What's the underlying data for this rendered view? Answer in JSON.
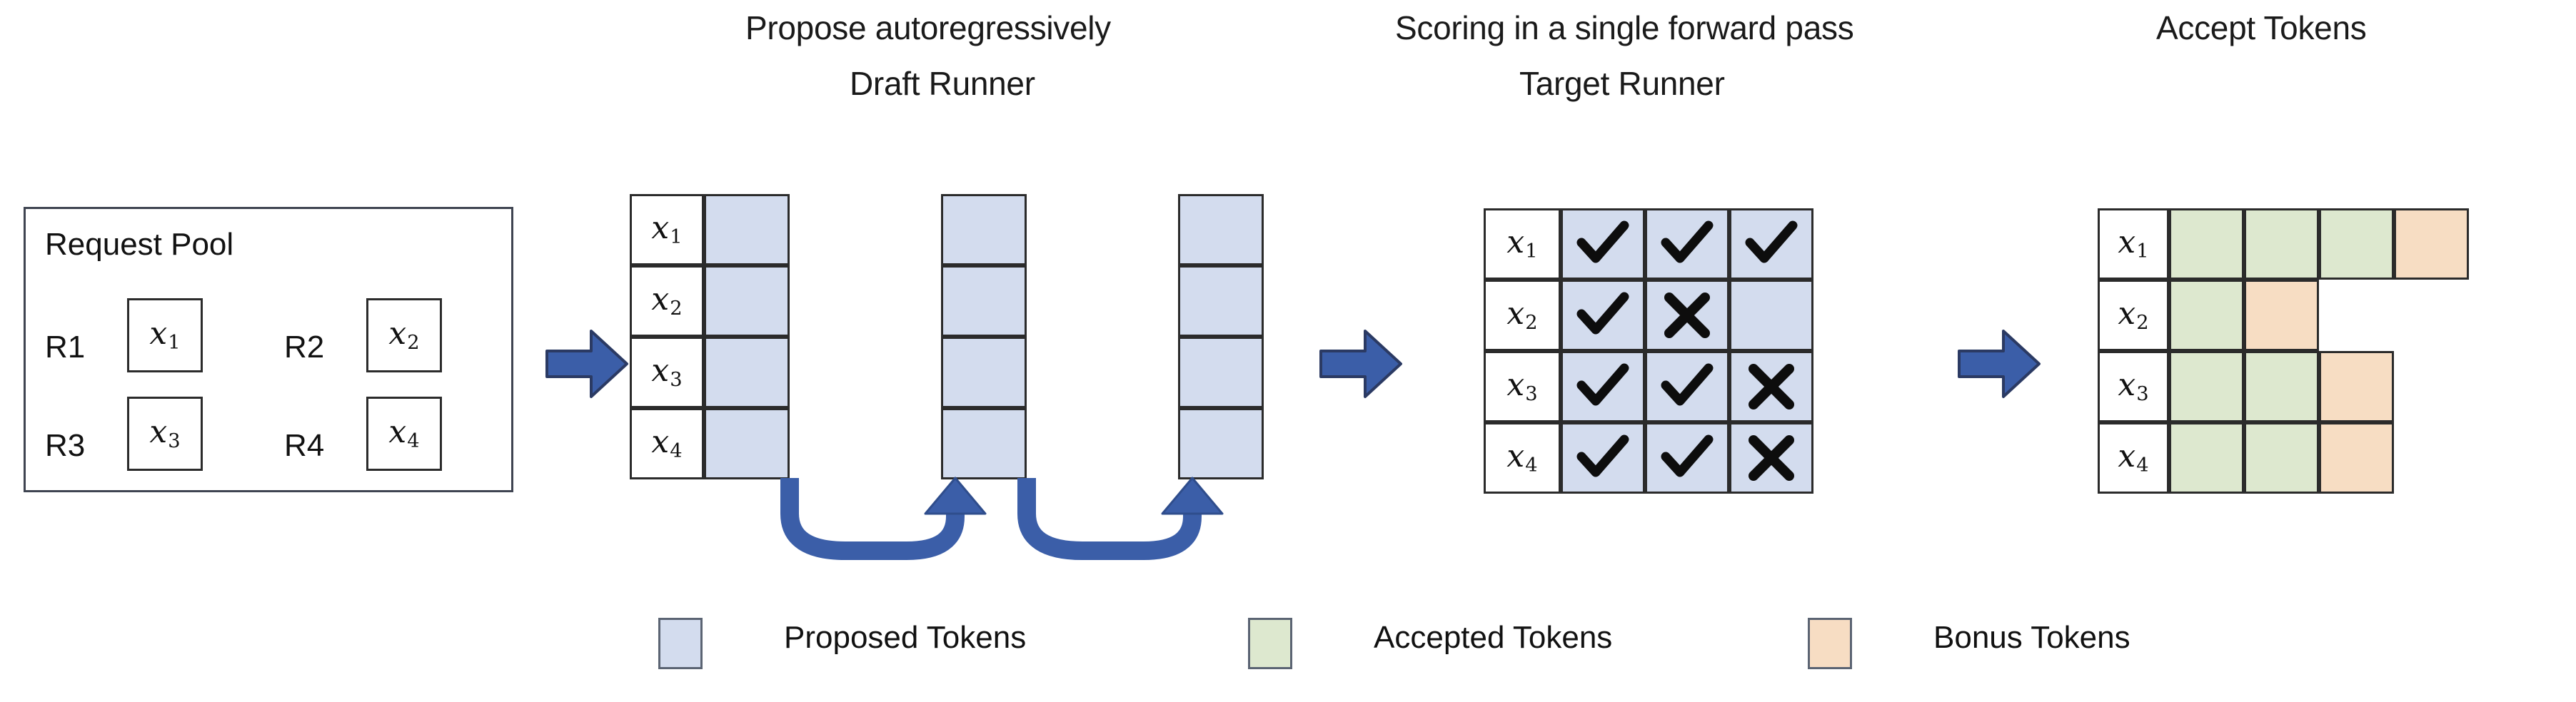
{
  "headings": {
    "propose": "Propose autoregressively",
    "draft_runner": "Draft Runner",
    "scoring": "Scoring in a single forward pass",
    "target_runner": "Target Runner",
    "accept": "Accept Tokens"
  },
  "request_pool": {
    "title": "Request Pool",
    "requests": [
      {
        "id": "R1",
        "token": "x",
        "sub": "1"
      },
      {
        "id": "R2",
        "token": "x",
        "sub": "2"
      },
      {
        "id": "R3",
        "token": "x",
        "sub": "3"
      },
      {
        "id": "R4",
        "token": "x",
        "sub": "4"
      }
    ]
  },
  "draft_runner": {
    "row_labels": [
      {
        "token": "x",
        "sub": "1"
      },
      {
        "token": "x",
        "sub": "2"
      },
      {
        "token": "x",
        "sub": "3"
      },
      {
        "token": "x",
        "sub": "4"
      }
    ],
    "steps": 3,
    "cell_state": "proposed"
  },
  "target_runner": {
    "row_labels": [
      {
        "token": "x",
        "sub": "1"
      },
      {
        "token": "x",
        "sub": "2"
      },
      {
        "token": "x",
        "sub": "3"
      },
      {
        "token": "x",
        "sub": "4"
      }
    ],
    "marks": [
      [
        "check",
        "check",
        "check"
      ],
      [
        "check",
        "cross",
        "empty"
      ],
      [
        "check",
        "check",
        "cross"
      ],
      [
        "check",
        "check",
        "cross"
      ]
    ]
  },
  "accept_tokens": {
    "row_labels": [
      {
        "token": "x",
        "sub": "1"
      },
      {
        "token": "x",
        "sub": "2"
      },
      {
        "token": "x",
        "sub": "3"
      },
      {
        "token": "x",
        "sub": "4"
      }
    ],
    "rows": [
      [
        "accepted",
        "accepted",
        "accepted",
        "bonus"
      ],
      [
        "accepted",
        "bonus"
      ],
      [
        "accepted",
        "accepted",
        "bonus"
      ],
      [
        "accepted",
        "accepted",
        "bonus"
      ]
    ]
  },
  "legend": [
    {
      "label": "Proposed Tokens",
      "color": "#d3dcee"
    },
    {
      "label": "Accepted Tokens",
      "color": "#dde8cf"
    },
    {
      "label": "Bonus Tokens",
      "color": "#f7ddc3"
    }
  ],
  "colors": {
    "proposed": "#d3dcee",
    "accepted": "#dde8cf",
    "bonus": "#f7ddc3",
    "arrow_blue": "#3b5ea8",
    "arrow_blue_dark": "#2f4d8c",
    "outline": "#2b2b2b"
  },
  "icons": {
    "check": "check-icon",
    "cross": "cross-icon",
    "flow_arrow": "right-block-arrow-icon",
    "loop_arrow": "loop-up-arrow-icon"
  }
}
